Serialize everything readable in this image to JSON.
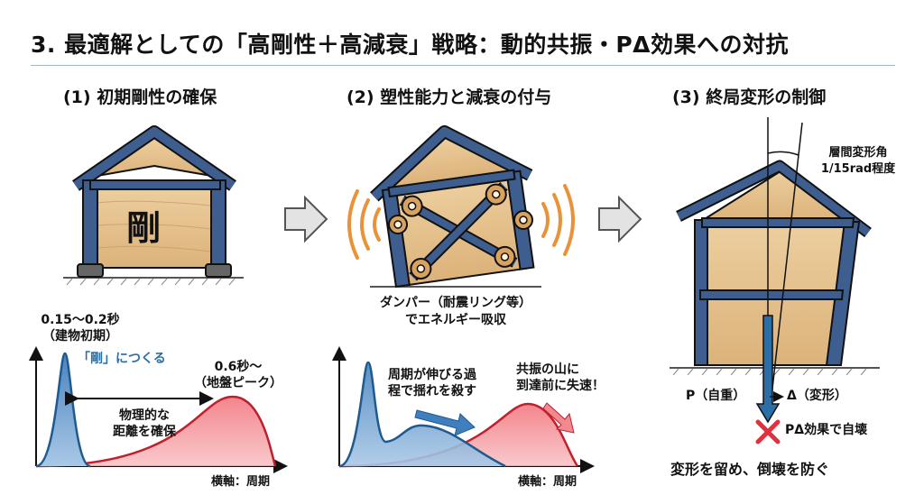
{
  "title": "3. 最適解としての「高剛性＋高減衰」戦略：動的共振・PΔ効果への対抗",
  "panels": [
    {
      "heading": "(1) 初期剛性の確保",
      "house_label": "剛",
      "annotations": [
        "0.15〜0.2秒",
        "（建物初期）",
        "「剛」につくる",
        "0.6秒〜",
        "（地盤ピーク）",
        "物理的な",
        "距離を確保"
      ],
      "axis_label": "横軸：周期"
    },
    {
      "heading": "(2) 塑性能力と減衰の付与",
      "damper_caption": [
        "ダンパー（耐震リング等）",
        "でエネルギー吸収"
      ],
      "annotations": [
        "周期が伸びる過",
        "程で揺れを殺す",
        "共振の山に",
        "到達前に失速！"
      ],
      "axis_label": "横軸：周期"
    },
    {
      "heading": "(3) 終局変形の制御",
      "drift_label": [
        "層間変形角",
        "1/15rad程度"
      ],
      "load_label": "P（自重）",
      "delta_label": "Δ（変形）",
      "collapse_label": "PΔ効果で自壊",
      "bottom_caption": "変形を留め、倒壊を防ぐ"
    }
  ],
  "colors": {
    "accent_blue": "#2c6fa6",
    "frame_blue": "#3d5e8f",
    "wood": "#e4c08c",
    "red": "#e85560",
    "orange": "#e8923a"
  },
  "icons": [
    "arrow-right-icon",
    "vibration-waves-icon",
    "cross-mark-icon"
  ]
}
